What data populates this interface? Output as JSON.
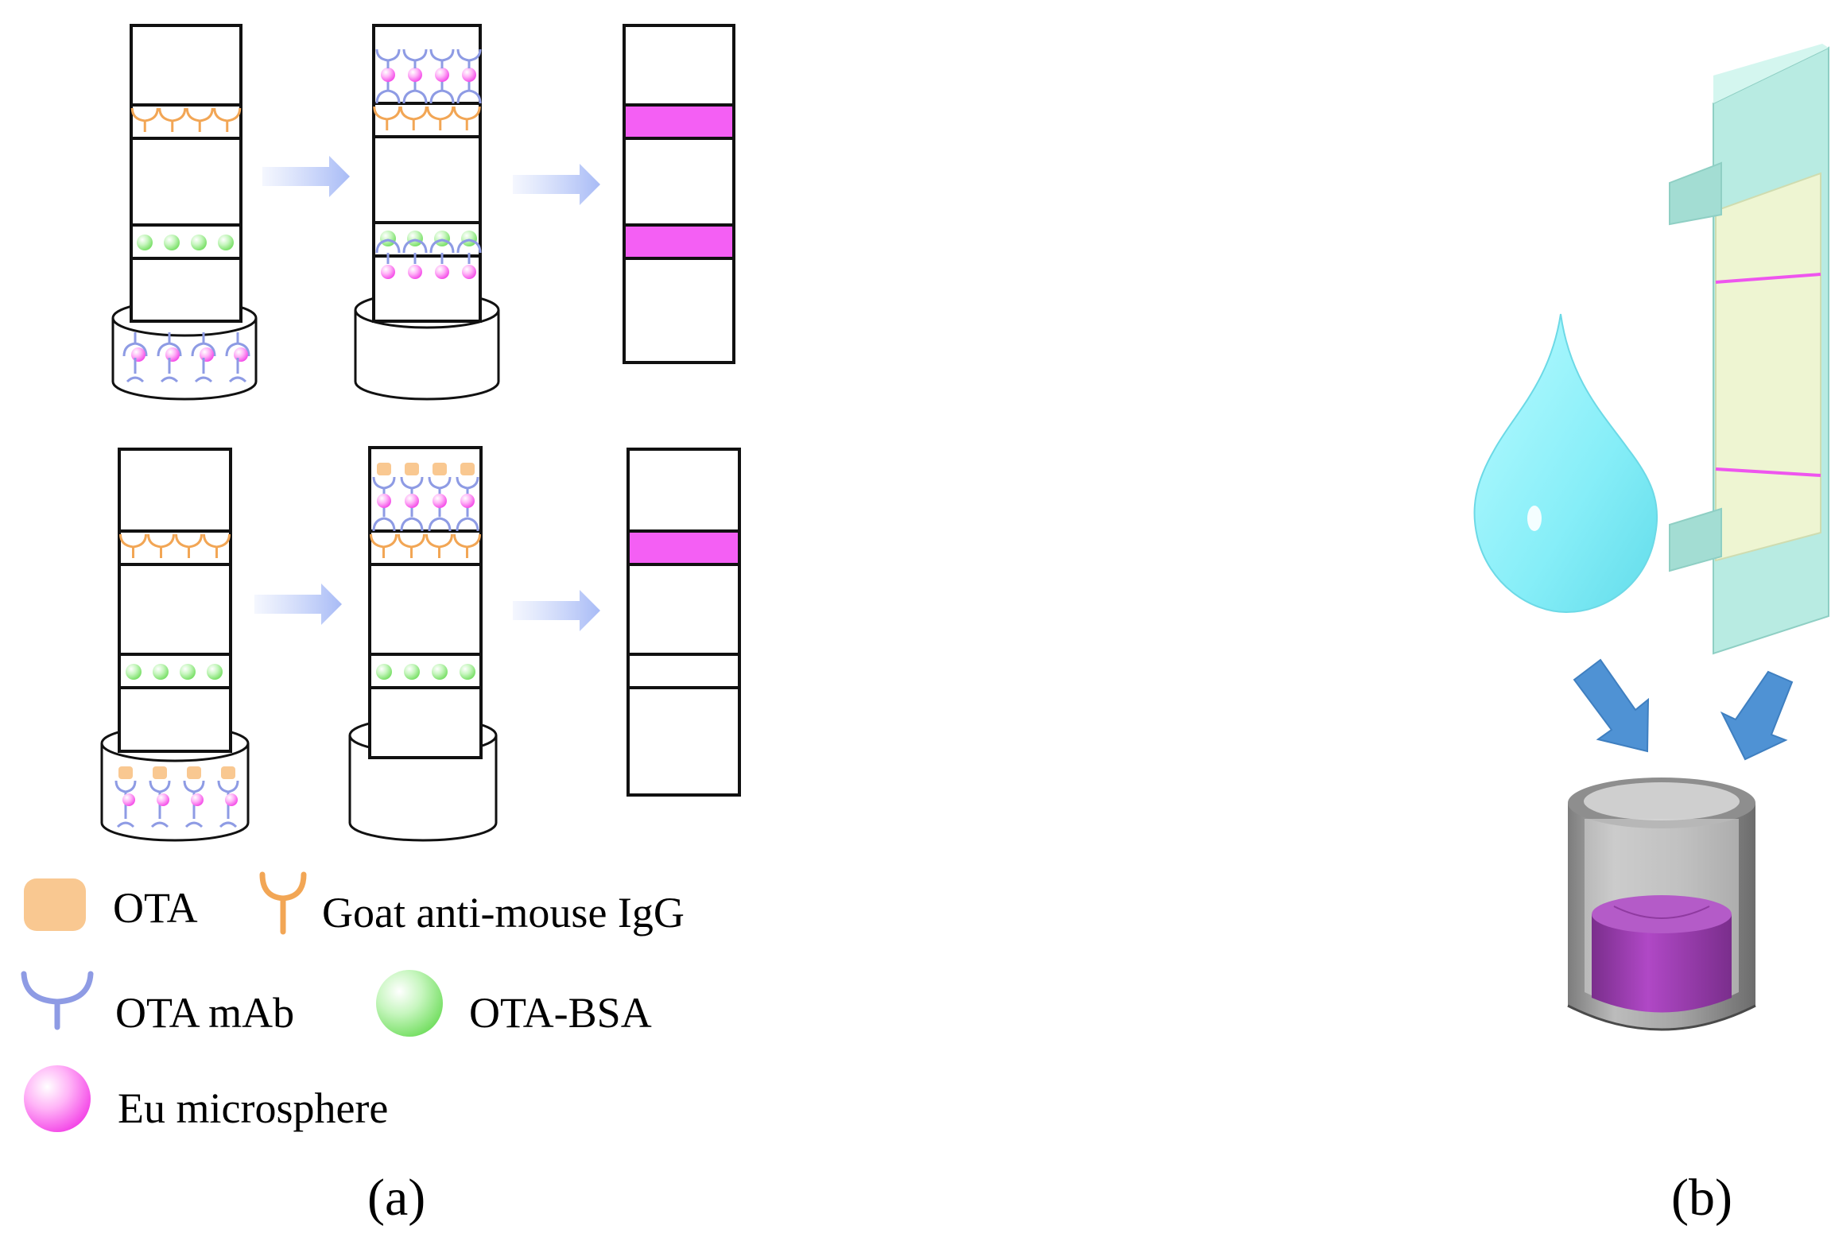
{
  "legend": {
    "ota": "OTA",
    "goat_igg": "Goat anti-mouse IgG",
    "ota_mab": "OTA mAb",
    "ota_bsa": "OTA-BSA",
    "eu_microsphere": "Eu microsphere"
  },
  "panels": {
    "a": "(a)",
    "b": "(b)"
  },
  "colors": {
    "ota": "#f9c891",
    "goat_igg": "#f2a655",
    "ota_mab": "#8e9be4",
    "ota_bsa": "#7ee36f",
    "eu_microsphere": "#ff6bf0",
    "band_magenta": "#f45ff4",
    "process_arrow": "#b8c8f8",
    "drop": "#8cf0f8",
    "strip_pad": "#a8e6dc",
    "strip_membrane": "#eef5d0",
    "down_arrow": "#4f92d4",
    "cuvette_liquid": "#a23ab8"
  },
  "icons": [
    "right-arrow",
    "down-arrow",
    "droplet",
    "test-strip",
    "cuvette"
  ]
}
